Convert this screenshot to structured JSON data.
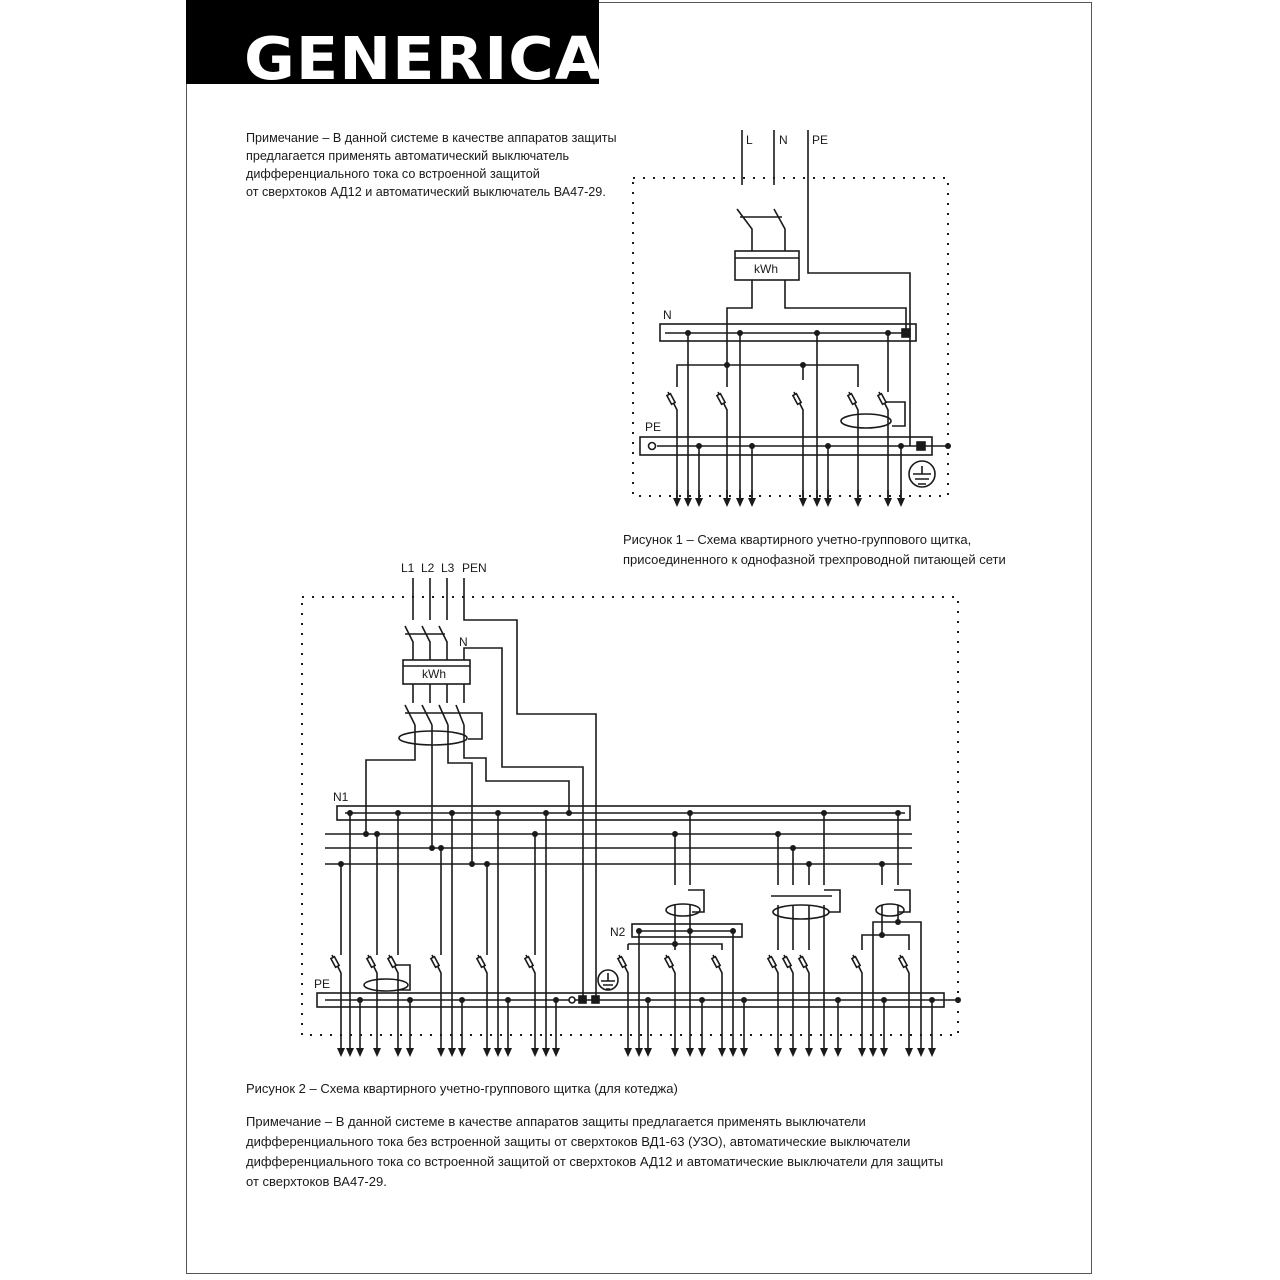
{
  "brand": {
    "logo_text": "GENERICA"
  },
  "note_top": {
    "lines": [
      "Примечание – В данной системе в качестве аппаратов защиты",
      "предлагается применять автоматический выключатель",
      "дифференциального тока со встроенной защитой",
      "от сверхтоков АД12 и автоматический выключатель ВА47-29."
    ]
  },
  "figure1": {
    "labels": {
      "L": "L",
      "N_in": "N",
      "PE_in": "PE",
      "kwh": "kWh",
      "n_bus": "N",
      "pe_bus": "PE"
    },
    "caption": [
      "Рисунок 1 – Схема квартирного учетно-группового щитка,",
      "присоединенного к однофазной трехпроводной питающей сети"
    ]
  },
  "figure2": {
    "labels": {
      "L1": "L1",
      "L2": "L2",
      "L3": "L3",
      "PEN": "PEN",
      "N": "N",
      "kwh": "kWh",
      "n1_bus": "N1",
      "n2_bus": "N2",
      "pe_bus": "PE"
    },
    "caption": "Рисунок 2 – Схема квартирного учетно-группового щитка (для котеджа)"
  },
  "note_bottom": {
    "lines": [
      "Примечание – В данной системе в качестве аппаратов защиты предлагается применять выключатели",
      "дифференциального тока без встроенной защиты от сверхтоков ВД1-63 (УЗО), автоматические выключатели",
      "дифференциального тока со встроенной защитой от сверхтоков АД12 и автоматические выключатели для защиты",
      "от сверхтоков ВА47-29."
    ]
  }
}
